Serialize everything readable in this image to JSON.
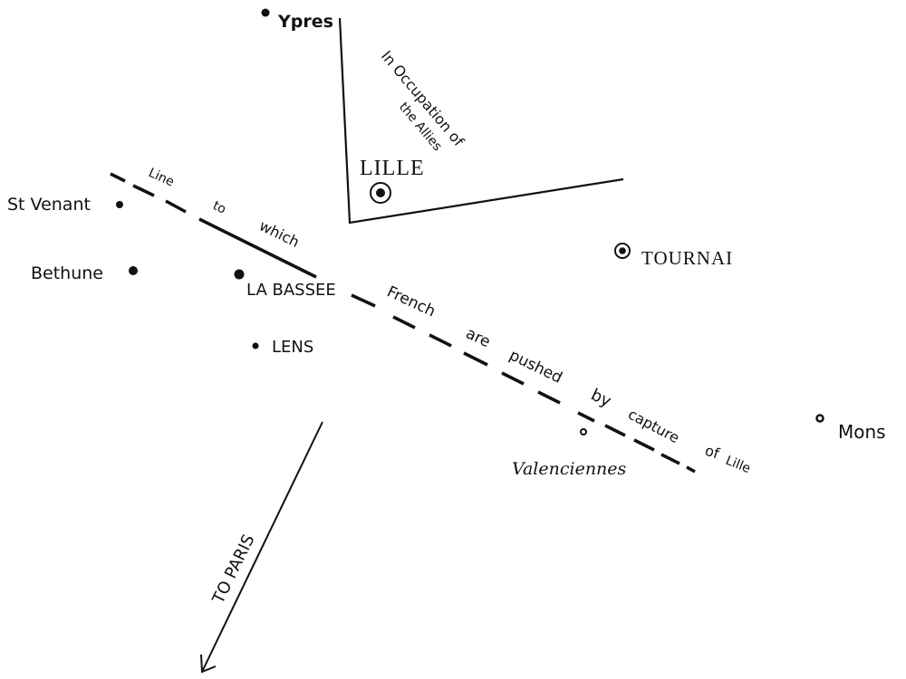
{
  "map": {
    "background": "#ffffff",
    "ink_color": "#111111",
    "towns": [
      {
        "id": "ypres",
        "name": "Ypres",
        "symbol": "filled-dot"
      },
      {
        "id": "lille",
        "name": "LILLE",
        "symbol": "circled-dot"
      },
      {
        "id": "st-venant",
        "name": "St Venant",
        "symbol": "filled-dot"
      },
      {
        "id": "bethune",
        "name": "Bethune",
        "symbol": "filled-dot"
      },
      {
        "id": "la-bassee",
        "name": "LA BASSEE",
        "symbol": "filled-dot"
      },
      {
        "id": "lens",
        "name": "LENS",
        "symbol": "small-filled-dot"
      },
      {
        "id": "tournai",
        "name": "TOURNAI",
        "symbol": "circled-dot"
      },
      {
        "id": "valenciennes",
        "name": "Valenciennes",
        "symbol": "open-circle"
      },
      {
        "id": "mons",
        "name": "Mons",
        "symbol": "open-circle"
      }
    ],
    "annotations": {
      "occupation_line1": "In Occupation of",
      "occupation_line2": "the Allies",
      "line_words": [
        "Line",
        "to",
        "which",
        "French",
        "are",
        "pushed",
        "by",
        "capture",
        "of",
        "Lille"
      ],
      "to_paris": "TO PARIS"
    }
  }
}
